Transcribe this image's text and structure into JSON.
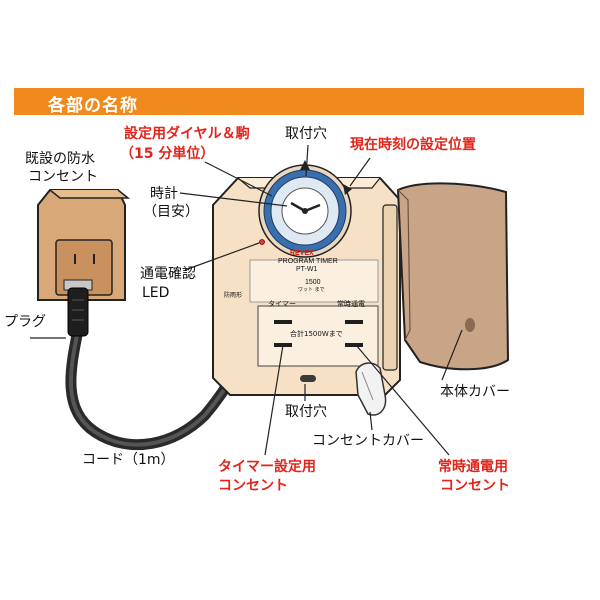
{
  "header": {
    "title": "各部の名称"
  },
  "labels": {
    "dial": [
      "設定用ダイヤル＆駒",
      "（15 分単位）"
    ],
    "mount_top": "取付穴",
    "current_time": "現在時刻の設定位置",
    "outlet_existing": [
      "既設の防水",
      "コンセント"
    ],
    "clock": [
      "時計",
      "（目安）"
    ],
    "led": [
      "通電確認",
      "LED"
    ],
    "plug": "プラグ",
    "cord": "コード（1m）",
    "mount_bottom": "取付穴",
    "outlet_cover": "コンセントカバー",
    "body_cover": "本体カバー",
    "timer_outlet": [
      "タイマー設定用",
      "コンセント"
    ],
    "always_outlet": [
      "常時通電用",
      "コンセント"
    ]
  },
  "device": {
    "brand": "REVEX",
    "product": "PROGRAM TIMER",
    "model": "PT-W1",
    "label_timer": "タイマー",
    "label_always": "常時通電",
    "label_total": "合計1500Wまで",
    "rating": "1500",
    "rating_unit": "ワット まで",
    "rain_mark": "防雨形"
  },
  "colors": {
    "accent": "#f08a1c",
    "label_red": "#e1251b",
    "body": "#f6e1c6",
    "cover": "#c9a587",
    "outlet": "#d9a878",
    "dial_blue": "#3a6fae"
  }
}
